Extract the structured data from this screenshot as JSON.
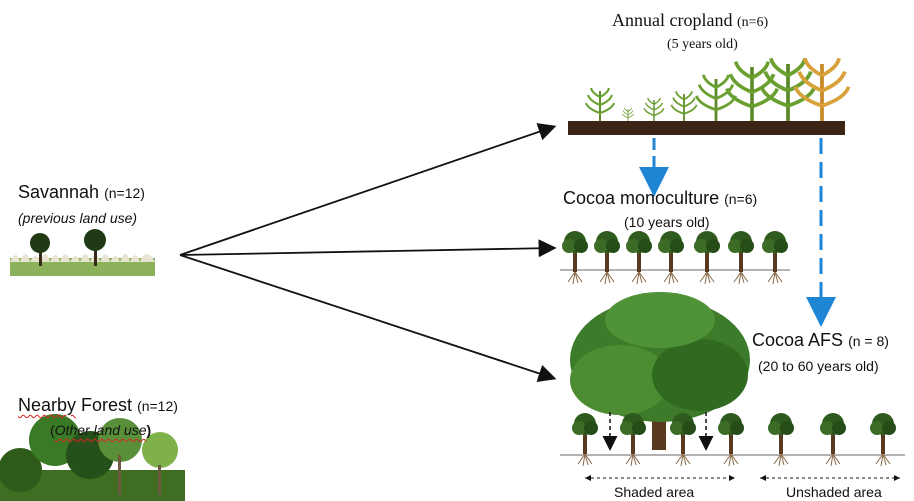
{
  "nodes": {
    "annual": {
      "title": "Annual cropland",
      "n": "(n=6)",
      "age": "(5 years old)"
    },
    "monoculture": {
      "title": "Cocoa monoculture",
      "n": "(n=6)",
      "age": "(10 years old)"
    },
    "afs": {
      "title": "Cocoa AFS",
      "n": "(n = 8)",
      "age": "(20 to 60 years old)"
    },
    "savannah": {
      "title": "Savannah",
      "n": "(n=12)",
      "subtitle": "(previous land use)"
    },
    "forest": {
      "title_part1": "Nearby",
      "title_part2": " Forest",
      "n": "(n=12)",
      "subtitle_part1": "(",
      "subtitle_part2": "Other land use",
      "subtitle_part3": ")"
    }
  },
  "areas": {
    "shaded": "Shaded area",
    "unshaded": "Unshaded area"
  },
  "colors": {
    "arrow": "#111111",
    "dashed_arrow": "#1f86d6",
    "soil": "#3b2416",
    "tree_foliage": "#2f5a1e",
    "big_tree": "#3d7a2a"
  }
}
